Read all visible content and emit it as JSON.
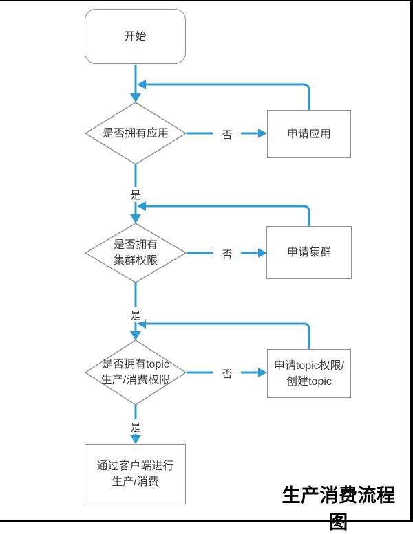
{
  "title": {
    "text": "生产消费流程图"
  },
  "nodes": {
    "start": {
      "label": "开始"
    },
    "decision_app": {
      "label": "是否拥有应用"
    },
    "action_app": {
      "label": "申请应用"
    },
    "decision_cluster": {
      "label": "是否拥有\n集群权限"
    },
    "action_cluster": {
      "label": "申请集群"
    },
    "decision_topic": {
      "label": "是否拥有topic\n生产/消费权限"
    },
    "action_topic": {
      "label": "申请topic权限/\n创建topic"
    },
    "end": {
      "label": "通过客户端进行\n生产/消费"
    }
  },
  "edge_labels": {
    "yes_app": "是",
    "no_app": "否",
    "yes_cluster": "是",
    "no_cluster": "否",
    "yes_topic": "是",
    "no_topic": "否"
  },
  "colors": {
    "connector_blue": "#2E9BD6",
    "shape_border_gray": "#8F8F8F",
    "node_text": "#3c3c3c",
    "title_text": "#000000",
    "canvas_frame": "#000000",
    "background": "#ffffff"
  }
}
